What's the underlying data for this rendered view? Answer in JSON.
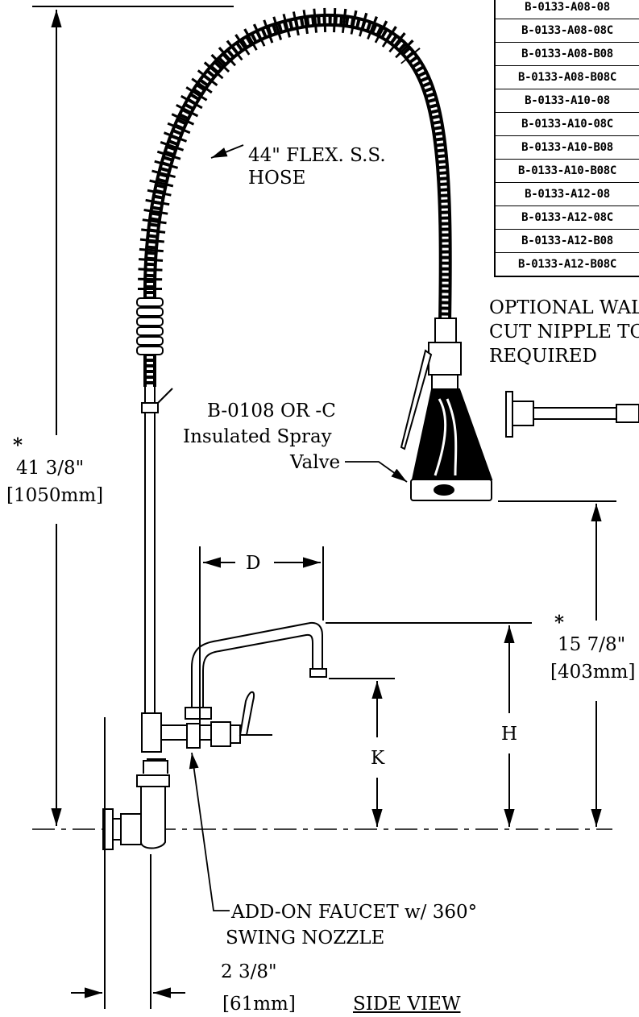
{
  "parts_table": {
    "rows": [
      "B-0133-A08-08",
      "B-0133-A08-08C",
      "B-0133-A08-B08",
      "B-0133-A08-B08C",
      "B-0133-A10-08",
      "B-0133-A10-08C",
      "B-0133-A10-B08",
      "B-0133-A10-B08C",
      "B-0133-A12-08",
      "B-0133-A12-08C",
      "B-0133-A12-B08",
      "B-0133-A12-B08C"
    ]
  },
  "labels": {
    "hose_line1": "44\" FLEX. S.S.",
    "hose_line2": "HOSE",
    "valve_line1": "B-0108 OR -C",
    "valve_line2": "Insulated Spray",
    "valve_line3": "Valve",
    "optional_line1": "OPTIONAL WALL",
    "optional_line2": "CUT NIPPLE TO",
    "optional_line3": "REQUIRED",
    "faucet_line1": "ADD-ON FAUCET w/ 360°",
    "faucet_line2": "SWING NOZZLE",
    "view_title": "SIDE VIEW"
  },
  "dimensions": {
    "overall_star": "*",
    "overall_in": "41 3/8\"",
    "overall_mm": "[1050mm]",
    "spray_star": "*",
    "spray_in": "15 7/8\"",
    "spray_mm": "[403mm]",
    "offset_in": "2 3/8\"",
    "offset_mm": "[61mm]",
    "d_label": "D",
    "h_label": "H",
    "k_label": "K"
  }
}
